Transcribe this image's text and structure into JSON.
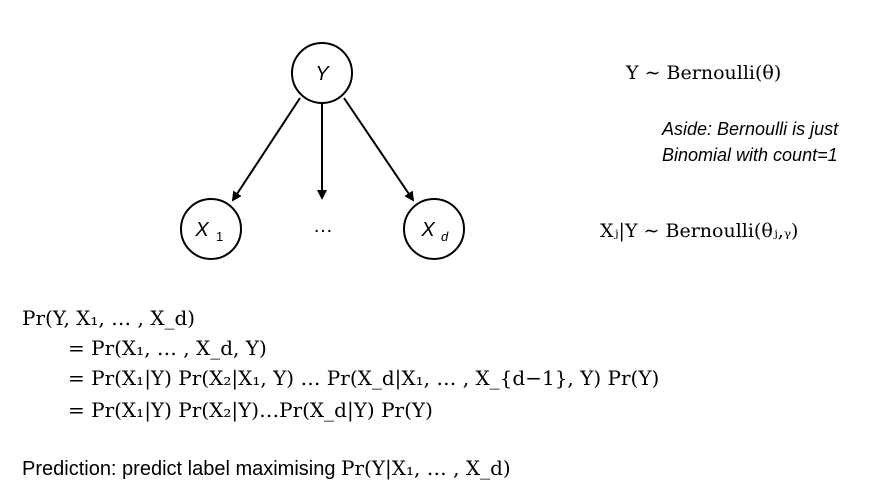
{
  "graph": {
    "nodes": {
      "y": {
        "label": "Y"
      },
      "x1": {
        "label": "X",
        "sub": "1"
      },
      "xd": {
        "label": "X",
        "sub": "d"
      }
    },
    "ellipsis": "…"
  },
  "distributions": {
    "y": "Y ∼ Bernoulli(θ)",
    "xj": "Xⱼ|Y ∼ Bernoulli(θⱼ,ᵧ)"
  },
  "aside": {
    "line1": "Aside: Bernoulli is just",
    "line2": "Binomial with count=1"
  },
  "derivation": {
    "line1": "Pr(Y, X₁, … , X_d)",
    "line2": "= Pr(X₁, … , X_d, Y)",
    "line3": "= Pr(X₁|Y) Pr(X₂|X₁, Y) … Pr(X_d|X₁, … , X_{d−1}, Y) Pr(Y)",
    "line4": "= Pr(X₁|Y) Pr(X₂|Y)…Pr(X_d|Y) Pr(Y)"
  },
  "prediction": {
    "text": "Prediction: predict label maximising ",
    "formula": "Pr(Y|X₁, … , X_d)"
  }
}
